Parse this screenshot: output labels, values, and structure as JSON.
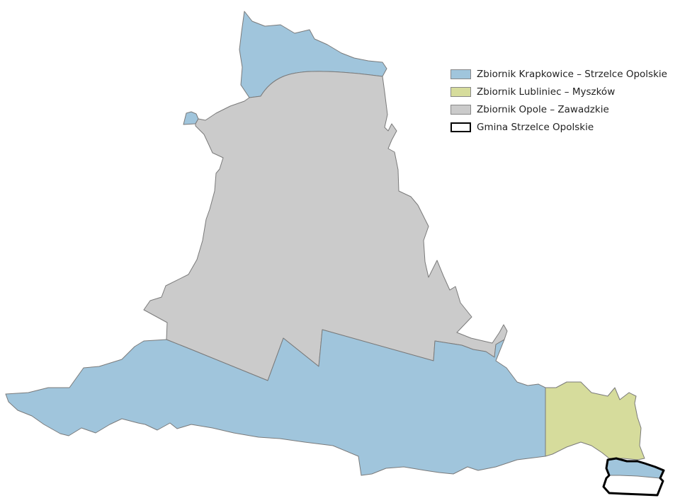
{
  "colors": {
    "krapkowice_strzelce": "#a0c5dc",
    "lubliniec_myszkow": "#d6dc9c",
    "opole_zawadzkie": "#cbcbcb",
    "gmina_outline": "#000000",
    "background": "#ffffff"
  },
  "legend": {
    "items": [
      {
        "label": "Zbiornik Krapkowice – Strzelce Opolskie",
        "kind": "fill",
        "color": "#a0c5dc"
      },
      {
        "label": "Zbiornik Lubliniec – Myszków",
        "kind": "fill",
        "color": "#d6dc9c"
      },
      {
        "label": "Zbiornik Opole – Zawadzkie",
        "kind": "fill",
        "color": "#cbcbcb"
      },
      {
        "label": "Gmina Strzelce Opolskie",
        "kind": "outline",
        "color": "#000000"
      }
    ]
  }
}
